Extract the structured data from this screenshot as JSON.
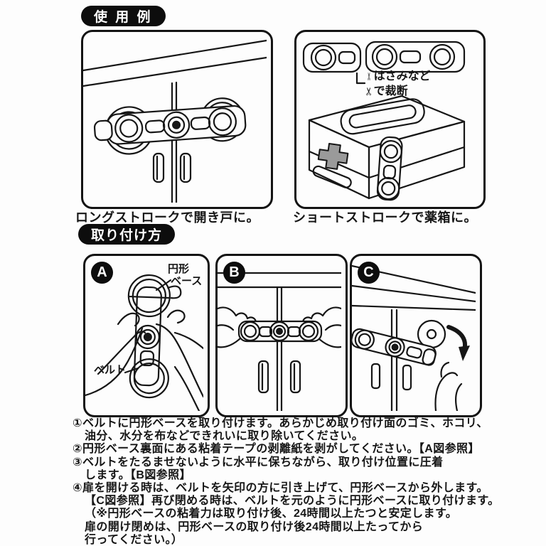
{
  "headers": {
    "usage": "使 用 例",
    "install": "取り付け方"
  },
  "usage_section": {
    "left_panel": {
      "caption": "ロングストロークで開き戸に。"
    },
    "right_panel": {
      "caption": "ショートストロークで薬箱に。",
      "cut_note_line1": "はさみなど",
      "cut_note_line2": "で裁断"
    }
  },
  "install_section": {
    "panel_a": {
      "letter": "A",
      "label_base_line1": "円形",
      "label_base_line2": "ベース",
      "label_belt": "ベルト"
    },
    "panel_b": {
      "letter": "B"
    },
    "panel_c": {
      "letter": "C"
    }
  },
  "instructions": {
    "items": [
      {
        "num": "①",
        "lines": [
          "ベルトに円形ベースを取り付けます。あらかじめ取り付け面のゴミ、ホコリ、",
          "油分、水分を布などできれいに取り除いてください。"
        ]
      },
      {
        "num": "②",
        "lines": [
          "円形ベース裏面にある粘着テープの剥離紙を剥がしてください。【A図参照】"
        ]
      },
      {
        "num": "③",
        "lines": [
          "ベルトをたるませないように水平に保ちながら、取り付け位置に圧着",
          "します。【B図参照】"
        ]
      },
      {
        "num": "④",
        "lines": [
          "扉を開ける時は、ベルトを矢印の方に引き上げて、円形ベースから外します。",
          "【C図参照】再び閉める時は、ベルトを元のように円形ベースに取り付けます。",
          "（※円形ベースの粘着力は取り付け後、24時間以上たつと安定します。",
          "扉の開け閉めは、円形ベースの取り付け後24時間以上たってから",
          "行ってください。）"
        ]
      }
    ]
  },
  "colors": {
    "ink": "#161616",
    "paper": "#fdfdfd",
    "badge_bg": "#0d0d0d"
  }
}
